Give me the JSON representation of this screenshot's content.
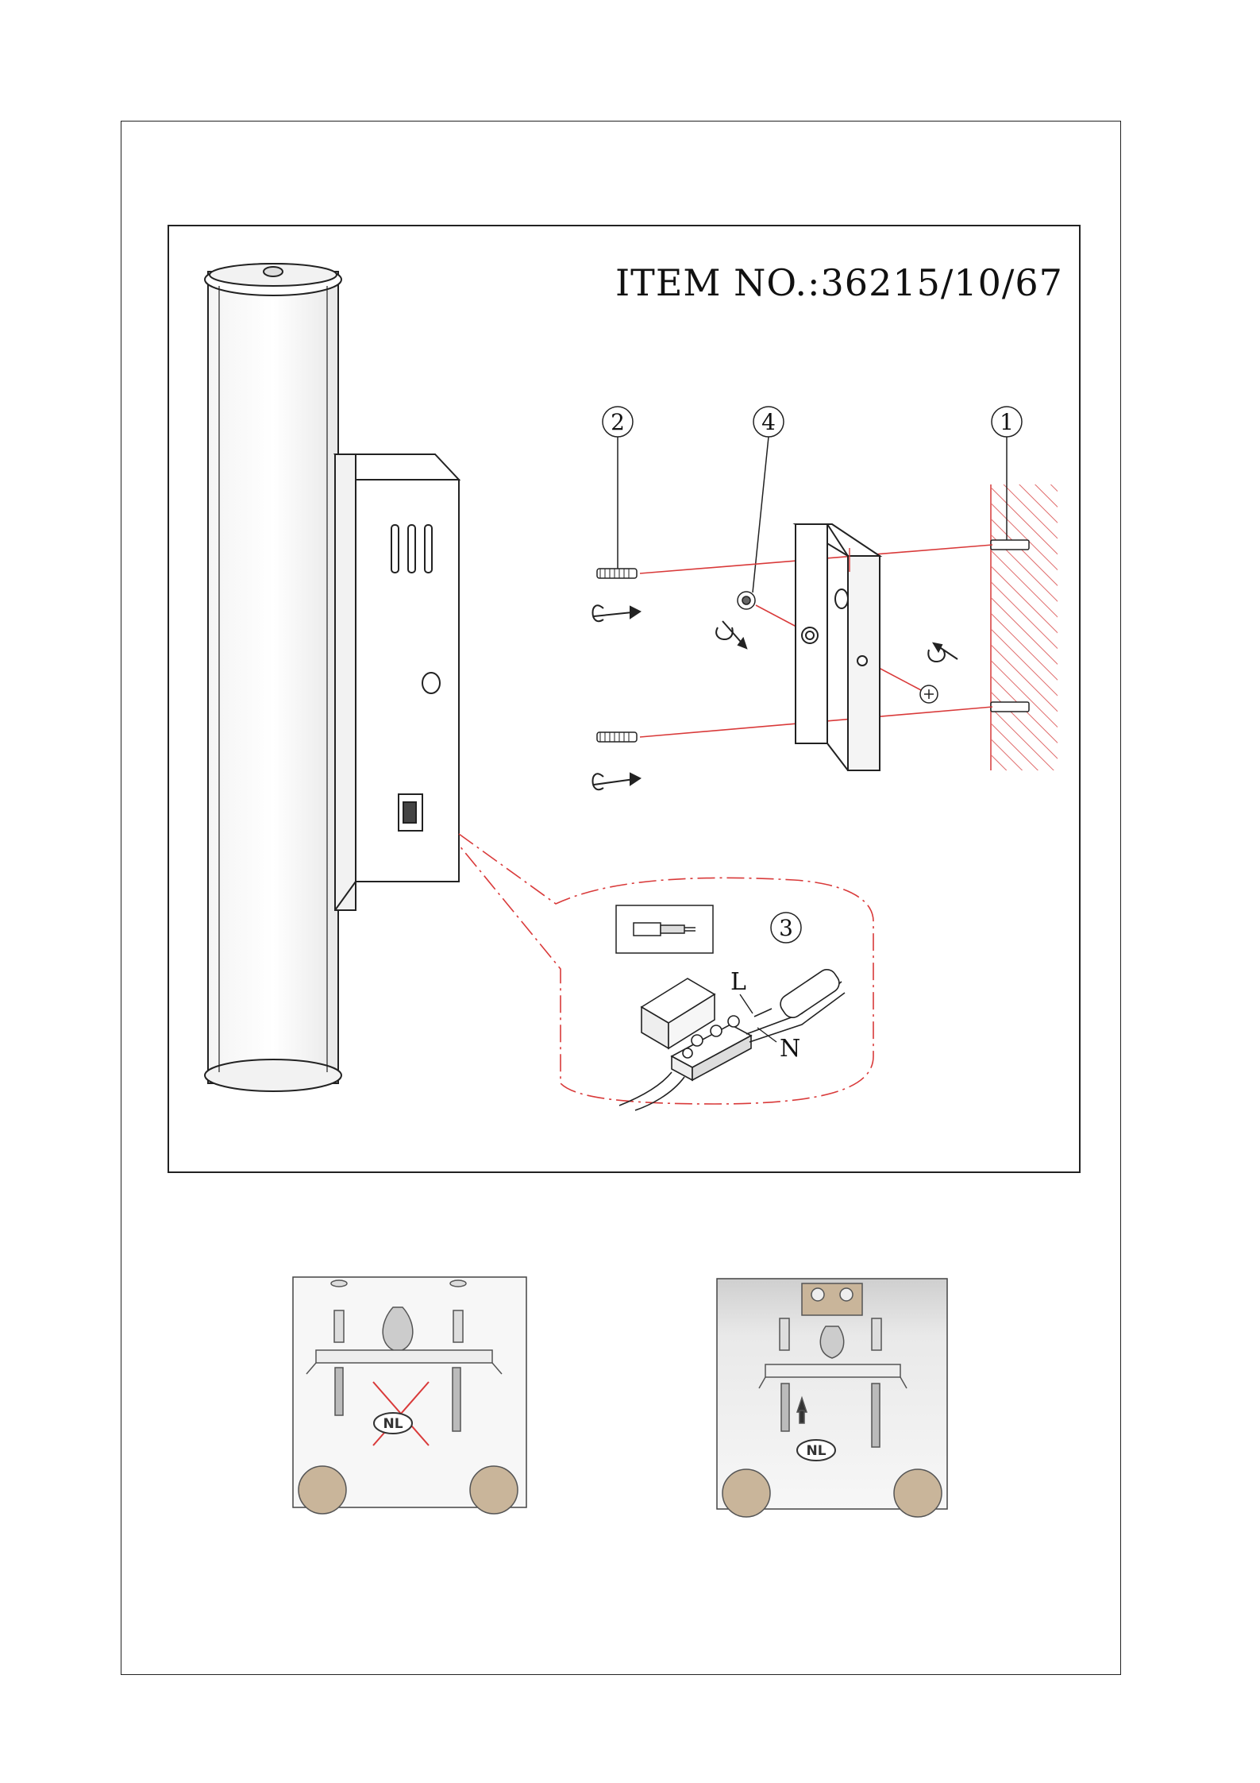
{
  "header": {
    "item_number": "ITEM NO.:36215/10/67"
  },
  "callouts": {
    "wall_plug": "1",
    "screw": "2",
    "connector": "3",
    "bracket_screw": "4"
  },
  "wiring": {
    "live_label": "L",
    "neutral_label": "N"
  },
  "guide_images": {
    "left_badge": "NL",
    "right_badge": "NL"
  },
  "colors": {
    "line": "#222222",
    "guide_red": "#d93a3a",
    "hatch_red": "#e06a6a"
  },
  "icons": [
    "lamp-cylinder-icon",
    "wall-bracket-icon",
    "screw-icon",
    "wall-plug-icon",
    "rotate-arrow-icon",
    "terminal-block-icon",
    "stripped-wire-icon"
  ]
}
